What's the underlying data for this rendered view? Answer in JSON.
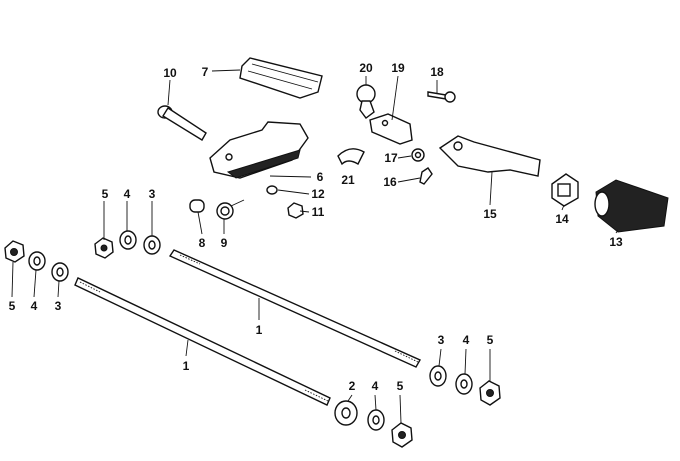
{
  "title": "Footrest assembly exploded parts diagram",
  "labels": {
    "p10": "10",
    "p7": "7",
    "p20": "20",
    "p19": "19",
    "p18": "18",
    "p6": "6",
    "p12": "12",
    "p11": "11",
    "p17": "17",
    "p16": "16",
    "p21": "21",
    "p15": "15",
    "p14": "14",
    "p13": "13",
    "p5a": "5",
    "p4a": "4",
    "p3a": "3",
    "p8": "8",
    "p9": "9",
    "p5b": "5",
    "p4b": "4",
    "p3b": "3",
    "p1a": "1",
    "p1b": "1",
    "p3c": "3",
    "p4c": "4",
    "p5c": "5",
    "p2": "2",
    "p4d": "4",
    "p5d": "5"
  }
}
